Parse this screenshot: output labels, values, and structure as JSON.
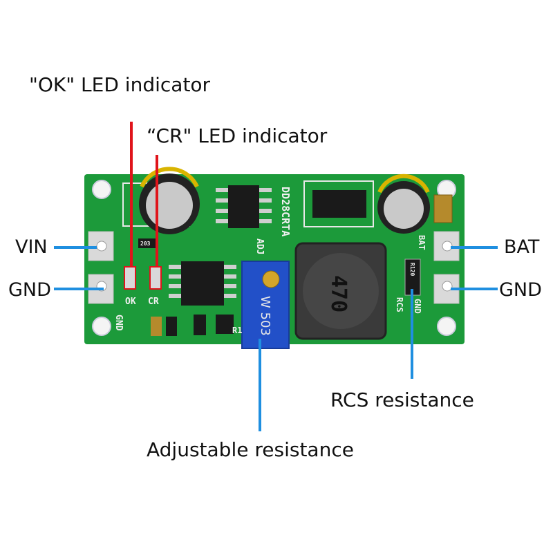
{
  "annotations": {
    "ok_led": "\"OK\" LED indicator",
    "cr_led": "“CR\" LED indicator",
    "rcs": "RCS resistance",
    "adjustable": "Adjustable resistance"
  },
  "pins": {
    "vin": "VIN",
    "gnd_left": "GND",
    "bat": "BAT",
    "gnd_right": "GND"
  },
  "board": {
    "model": "DD28CRTA",
    "silk_adj": "ADJ",
    "silk_ok": "OK",
    "silk_cr": "CR",
    "silk_gnd_left": "GND",
    "silk_rcs": "RCS",
    "silk_gnd_right": "GND",
    "silk_bat": "BAT",
    "silk_r1": "R1",
    "inductor_code": "470",
    "pot_code": "W 503",
    "shunt_code": "R120",
    "led_code": "203"
  },
  "colors": {
    "pcb": "#1c9a3a",
    "red_leader": "#e0141b",
    "blue_leader": "#1f8fe0",
    "pot": "#2250c8"
  }
}
